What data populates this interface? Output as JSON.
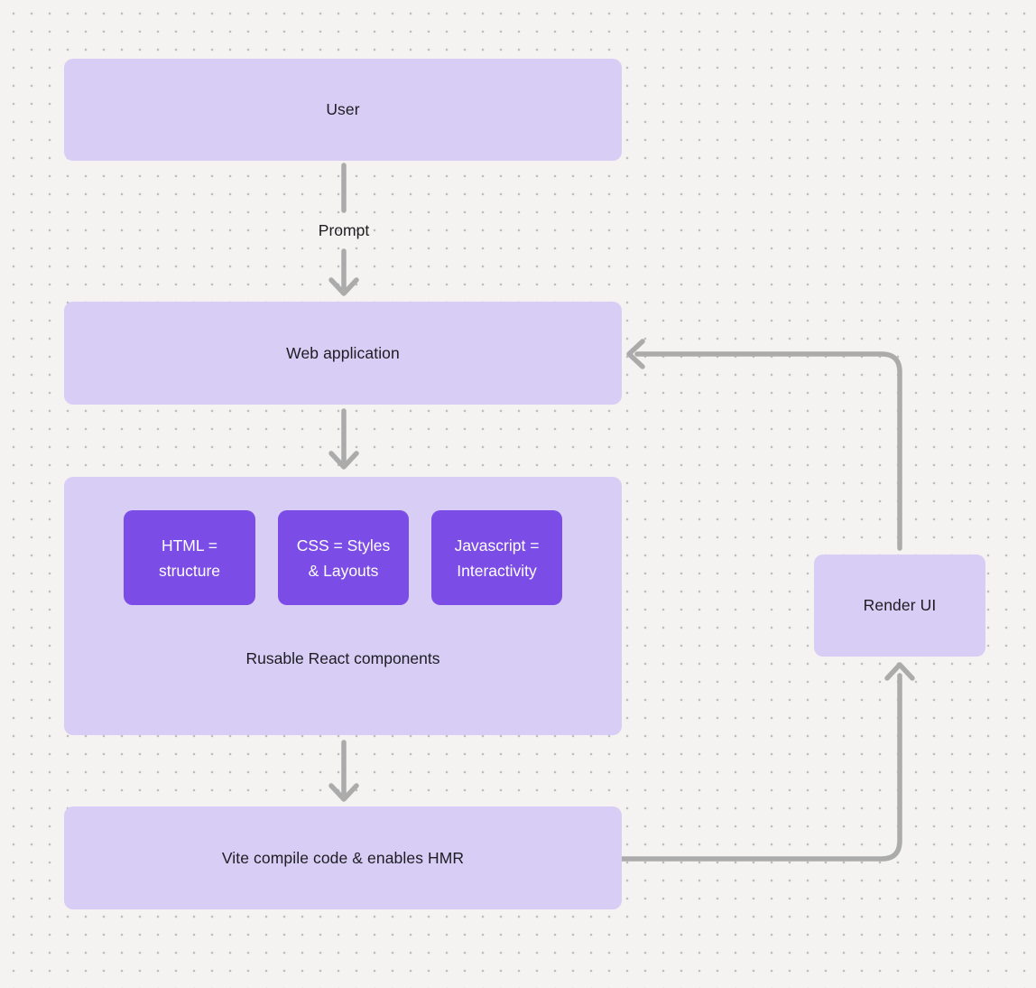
{
  "diagram": {
    "title": "react-vite-flow-diagram",
    "colors": {
      "background": "#f4f3f1",
      "dot": "#bdbdbd",
      "node_light": "#d7cdf5",
      "node_dark": "#7c4ce6",
      "arrow": "#ababab",
      "text_dark": "#1d1d22",
      "text_light": "#ffffff"
    },
    "nodes": {
      "user": {
        "label": "User"
      },
      "web_application": {
        "label": "Web application"
      },
      "components": {
        "caption": "Rusable React components",
        "children": [
          {
            "name": "html",
            "line1": "HTML =",
            "line2": "structure"
          },
          {
            "name": "css",
            "line1": "CSS = Styles",
            "line2": "& Layouts"
          },
          {
            "name": "javascript",
            "line1": "Javascript =",
            "line2": "Interactivity"
          }
        ]
      },
      "vite": {
        "label": "Vite compile code & enables HMR"
      },
      "render_ui": {
        "label": "Render UI"
      }
    },
    "edges": {
      "user_to_webapp_label": "Prompt",
      "connections": [
        "user -> web_application (label: Prompt)",
        "web_application -> components",
        "components -> vite",
        "vite -> render_ui",
        "render_ui -> web_application"
      ]
    }
  }
}
